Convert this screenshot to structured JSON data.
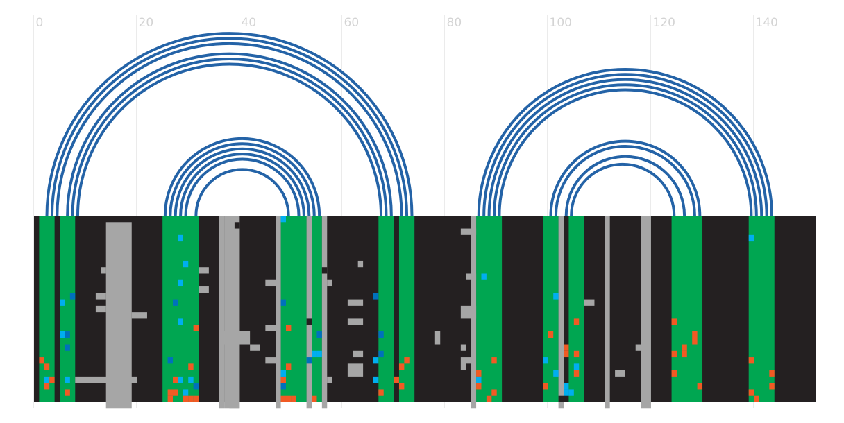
{
  "chart_data": {
    "type": "arc-diagram-with-track",
    "title": "",
    "xlabel": "",
    "ylabel": "",
    "x_axis": {
      "position": "top",
      "ticks": [
        "0",
        "20",
        "40",
        "60",
        "80",
        "100",
        "120",
        "140"
      ],
      "tick_values": [
        0,
        20,
        40,
        60,
        80,
        100,
        120,
        140
      ],
      "xlim": [
        -0.5,
        151.5
      ],
      "gridlines": true
    },
    "colors": {
      "arc": "#2463a7",
      "background_track": "#242021",
      "paired_region": "#00a651",
      "grey_feature": "#a6a6a6",
      "orange_mark": "#f15a24",
      "cyan_mark": "#00aeef",
      "blue_mark": "#0071bc",
      "grid": "#ebebeb"
    },
    "arc_groups": [
      {
        "name": "helix-1",
        "left_start": 2,
        "left_end": 8,
        "right_start": 67,
        "right_end": 73,
        "pairs": [
          [
            2,
            73
          ],
          [
            3,
            72
          ],
          [
            4,
            71
          ],
          [
            6,
            69
          ],
          [
            7,
            68
          ],
          [
            8,
            67
          ]
        ]
      },
      {
        "name": "helix-2",
        "left_start": 25,
        "left_end": 31,
        "right_start": 48,
        "right_end": 55,
        "pairs": [
          [
            25,
            55
          ],
          [
            26,
            54
          ],
          [
            27,
            53
          ],
          [
            28,
            52
          ],
          [
            29,
            51
          ],
          [
            31,
            49
          ]
        ]
      },
      {
        "name": "helix-3",
        "left_start": 86,
        "left_end": 90,
        "right_start": 139,
        "right_end": 143,
        "pairs": [
          [
            86,
            143
          ],
          [
            87,
            142
          ],
          [
            88,
            141
          ],
          [
            89,
            140
          ],
          [
            90,
            139
          ]
        ]
      },
      {
        "name": "helix-4",
        "left_start": 100,
        "left_end": 104,
        "right_start": 124,
        "right_end": 129,
        "pairs": [
          [
            100,
            129
          ],
          [
            101,
            128
          ],
          [
            103,
            126
          ],
          [
            104,
            124
          ]
        ]
      }
    ],
    "track": {
      "rows": 29,
      "columns": 152,
      "paired_columns": [
        [
          1,
          3
        ],
        [
          5,
          7
        ],
        [
          25,
          31
        ],
        [
          48,
          52
        ],
        [
          54,
          55
        ],
        [
          67,
          69
        ],
        [
          71,
          73
        ],
        [
          86,
          90
        ],
        [
          99,
          101
        ],
        [
          104,
          106
        ],
        [
          124,
          129
        ],
        [
          139,
          143
        ]
      ],
      "grey_features": [
        {
          "x0": 14,
          "x1": 18,
          "r0": 1,
          "r1": 29
        },
        {
          "x0": 37,
          "x1": 39,
          "r0": 0,
          "r1": 29
        },
        {
          "x0": 38,
          "x1": 39,
          "r0": 2,
          "r1": 29
        },
        {
          "x0": 53,
          "x1": 53,
          "r0": 0,
          "r1": 29
        },
        {
          "x0": 56,
          "x1": 56,
          "r0": 0,
          "r1": 29
        },
        {
          "x0": 47,
          "x1": 47,
          "r0": 0,
          "r1": 29
        },
        {
          "x0": 36,
          "x1": 36,
          "r0": 0,
          "r1": 29
        },
        {
          "x0": 85,
          "x1": 85,
          "r0": 0,
          "r1": 29
        },
        {
          "x0": 102,
          "x1": 102,
          "r0": 0,
          "r1": 29
        },
        {
          "x0": 111,
          "x1": 111,
          "r0": 0,
          "r1": 29
        },
        {
          "x0": 118,
          "x1": 119,
          "r0": 0,
          "r1": 16
        },
        {
          "x0": 118,
          "x1": 119,
          "r0": 17,
          "r1": 29
        },
        {
          "x0": 13,
          "x1": 13,
          "r0": 8,
          "r1": 8
        },
        {
          "x0": 12,
          "x1": 13,
          "r0": 12,
          "r1": 12
        },
        {
          "x0": 12,
          "x1": 13,
          "r0": 14,
          "r1": 14
        },
        {
          "x0": 19,
          "x1": 21,
          "r0": 15,
          "r1": 15
        },
        {
          "x0": 8,
          "x1": 19,
          "r0": 25,
          "r1": 25
        },
        {
          "x0": 32,
          "x1": 33,
          "r0": 8,
          "r1": 8
        },
        {
          "x0": 32,
          "x1": 33,
          "r0": 11,
          "r1": 11
        },
        {
          "x0": 36,
          "x1": 41,
          "r0": 18,
          "r1": 19
        },
        {
          "x0": 42,
          "x1": 43,
          "r0": 20,
          "r1": 20
        },
        {
          "x0": 45,
          "x1": 46,
          "r0": 10,
          "r1": 10
        },
        {
          "x0": 45,
          "x1": 46,
          "r0": 17,
          "r1": 17
        },
        {
          "x0": 45,
          "x1": 46,
          "r0": 22,
          "r1": 22
        },
        {
          "x0": 61,
          "x1": 63,
          "r0": 13,
          "r1": 13
        },
        {
          "x0": 61,
          "x1": 63,
          "r0": 16,
          "r1": 16
        },
        {
          "x0": 62,
          "x1": 63,
          "r0": 21,
          "r1": 21
        },
        {
          "x0": 61,
          "x1": 63,
          "r0": 23,
          "r1": 24
        },
        {
          "x0": 63,
          "x1": 63,
          "r0": 7,
          "r1": 7
        },
        {
          "x0": 83,
          "x1": 85,
          "r0": 2,
          "r1": 2
        },
        {
          "x0": 84,
          "x1": 85,
          "r0": 9,
          "r1": 9
        },
        {
          "x0": 83,
          "x1": 85,
          "r0": 14,
          "r1": 15
        },
        {
          "x0": 83,
          "x1": 84,
          "r0": 22,
          "r1": 23
        },
        {
          "x0": 78,
          "x1": 78,
          "r0": 18,
          "r1": 19
        },
        {
          "x0": 83,
          "x1": 83,
          "r0": 20,
          "r1": 20
        },
        {
          "x0": 107,
          "x1": 108,
          "r0": 13,
          "r1": 13
        },
        {
          "x0": 113,
          "x1": 114,
          "r0": 24,
          "r1": 24
        },
        {
          "x0": 117,
          "x1": 117,
          "r0": 20,
          "r1": 20
        },
        {
          "x0": 57,
          "x1": 57,
          "r0": 10,
          "r1": 10
        },
        {
          "x0": 57,
          "x1": 57,
          "r0": 25,
          "r1": 25
        }
      ],
      "marks": [
        {
          "x": 1,
          "row": 22,
          "color": "orange"
        },
        {
          "x": 2,
          "row": 23,
          "color": "orange"
        },
        {
          "x": 2,
          "row": 26,
          "color": "orange"
        },
        {
          "x": 2,
          "row": 25,
          "color": "cyan"
        },
        {
          "x": 3,
          "row": 25,
          "color": "orange"
        },
        {
          "x": 5,
          "row": 13,
          "color": "cyan"
        },
        {
          "x": 5,
          "row": 18,
          "color": "cyan"
        },
        {
          "x": 6,
          "row": 18,
          "color": "blue"
        },
        {
          "x": 6,
          "row": 20,
          "color": "blue"
        },
        {
          "x": 6,
          "row": 25,
          "color": "cyan"
        },
        {
          "x": 6,
          "row": 27,
          "color": "orange"
        },
        {
          "x": 7,
          "row": 12,
          "color": "blue"
        },
        {
          "x": 28,
          "row": 3,
          "color": "cyan"
        },
        {
          "x": 29,
          "row": 7,
          "color": "cyan"
        },
        {
          "x": 28,
          "row": 10,
          "color": "cyan"
        },
        {
          "x": 27,
          "row": 13,
          "color": "blue"
        },
        {
          "x": 28,
          "row": 16,
          "color": "cyan"
        },
        {
          "x": 31,
          "row": 17,
          "color": "orange"
        },
        {
          "x": 26,
          "row": 22,
          "color": "blue"
        },
        {
          "x": 30,
          "row": 23,
          "color": "orange"
        },
        {
          "x": 27,
          "row": 25,
          "color": "orange"
        },
        {
          "x": 28,
          "row": 25,
          "color": "cyan"
        },
        {
          "x": 30,
          "row": 25,
          "color": "cyan"
        },
        {
          "x": 31,
          "row": 26,
          "color": "blue"
        },
        {
          "x": 26,
          "row": 27,
          "color": "orange"
        },
        {
          "x": 27,
          "row": 27,
          "color": "orange"
        },
        {
          "x": 29,
          "row": 27,
          "color": "cyan"
        },
        {
          "x": 26,
          "row": 28,
          "color": "orange"
        },
        {
          "x": 29,
          "row": 28,
          "color": "orange"
        },
        {
          "x": 30,
          "row": 28,
          "color": "orange"
        },
        {
          "x": 31,
          "row": 28,
          "color": "orange"
        },
        {
          "x": 48,
          "row": 0,
          "color": "cyan"
        },
        {
          "x": 48,
          "row": 13,
          "color": "blue"
        },
        {
          "x": 49,
          "row": 17,
          "color": "orange"
        },
        {
          "x": 48,
          "row": 26,
          "color": "blue"
        },
        {
          "x": 49,
          "row": 23,
          "color": "orange"
        },
        {
          "x": 48,
          "row": 28,
          "color": "orange"
        },
        {
          "x": 49,
          "row": 28,
          "color": "orange"
        },
        {
          "x": 50,
          "row": 28,
          "color": "orange"
        },
        {
          "x": 53,
          "row": 22,
          "color": "blue"
        },
        {
          "x": 54,
          "row": 21,
          "color": "cyan"
        },
        {
          "x": 55,
          "row": 21,
          "color": "cyan"
        },
        {
          "x": 54,
          "row": 28,
          "color": "orange"
        },
        {
          "x": 55,
          "row": 18,
          "color": "blue"
        },
        {
          "x": 48,
          "row": 25,
          "color": "orange"
        },
        {
          "x": 48,
          "row": 24,
          "color": "cyan"
        },
        {
          "x": 66,
          "row": 12,
          "color": "blue"
        },
        {
          "x": 67,
          "row": 18,
          "color": "blue"
        },
        {
          "x": 67,
          "row": 21,
          "color": "blue"
        },
        {
          "x": 66,
          "row": 22,
          "color": "cyan"
        },
        {
          "x": 66,
          "row": 25,
          "color": "cyan"
        },
        {
          "x": 67,
          "row": 27,
          "color": "orange"
        },
        {
          "x": 72,
          "row": 22,
          "color": "orange"
        },
        {
          "x": 71,
          "row": 23,
          "color": "orange"
        },
        {
          "x": 70,
          "row": 25,
          "color": "orange"
        },
        {
          "x": 71,
          "row": 26,
          "color": "orange"
        },
        {
          "x": 87,
          "row": 9,
          "color": "cyan"
        },
        {
          "x": 86,
          "row": 24,
          "color": "orange"
        },
        {
          "x": 86,
          "row": 25,
          "color": "cyan"
        },
        {
          "x": 86,
          "row": 26,
          "color": "orange"
        },
        {
          "x": 89,
          "row": 22,
          "color": "orange"
        },
        {
          "x": 89,
          "row": 27,
          "color": "orange"
        },
        {
          "x": 88,
          "row": 28,
          "color": "orange"
        },
        {
          "x": 101,
          "row": 12,
          "color": "cyan"
        },
        {
          "x": 100,
          "row": 18,
          "color": "orange"
        },
        {
          "x": 99,
          "row": 22,
          "color": "cyan"
        },
        {
          "x": 101,
          "row": 24,
          "color": "cyan"
        },
        {
          "x": 99,
          "row": 26,
          "color": "orange"
        },
        {
          "x": 103,
          "row": 20,
          "color": "orange"
        },
        {
          "x": 103,
          "row": 21,
          "color": "orange"
        },
        {
          "x": 105,
          "row": 16,
          "color": "orange"
        },
        {
          "x": 105,
          "row": 21,
          "color": "orange"
        },
        {
          "x": 105,
          "row": 23,
          "color": "cyan"
        },
        {
          "x": 105,
          "row": 24,
          "color": "orange"
        },
        {
          "x": 103,
          "row": 26,
          "color": "cyan"
        },
        {
          "x": 103,
          "row": 27,
          "color": "cyan"
        },
        {
          "x": 104,
          "row": 27,
          "color": "cyan"
        },
        {
          "x": 124,
          "row": 16,
          "color": "orange"
        },
        {
          "x": 124,
          "row": 21,
          "color": "orange"
        },
        {
          "x": 126,
          "row": 20,
          "color": "orange"
        },
        {
          "x": 126,
          "row": 21,
          "color": "orange"
        },
        {
          "x": 128,
          "row": 18,
          "color": "orange"
        },
        {
          "x": 128,
          "row": 19,
          "color": "orange"
        },
        {
          "x": 124,
          "row": 24,
          "color": "orange"
        },
        {
          "x": 129,
          "row": 26,
          "color": "orange"
        },
        {
          "x": 139,
          "row": 3,
          "color": "cyan"
        },
        {
          "x": 139,
          "row": 22,
          "color": "orange"
        },
        {
          "x": 139,
          "row": 27,
          "color": "orange"
        },
        {
          "x": 140,
          "row": 28,
          "color": "orange"
        },
        {
          "x": 143,
          "row": 24,
          "color": "orange"
        },
        {
          "x": 143,
          "row": 26,
          "color": "orange"
        }
      ],
      "thin_dark_cells": [
        {
          "x": 39,
          "row": 1
        },
        {
          "x": 53,
          "row": 16
        },
        {
          "x": 56,
          "row": 8
        },
        {
          "x": 84,
          "row": 12
        },
        {
          "x": 84,
          "row": 23
        },
        {
          "x": 102,
          "row": 28
        }
      ]
    }
  }
}
